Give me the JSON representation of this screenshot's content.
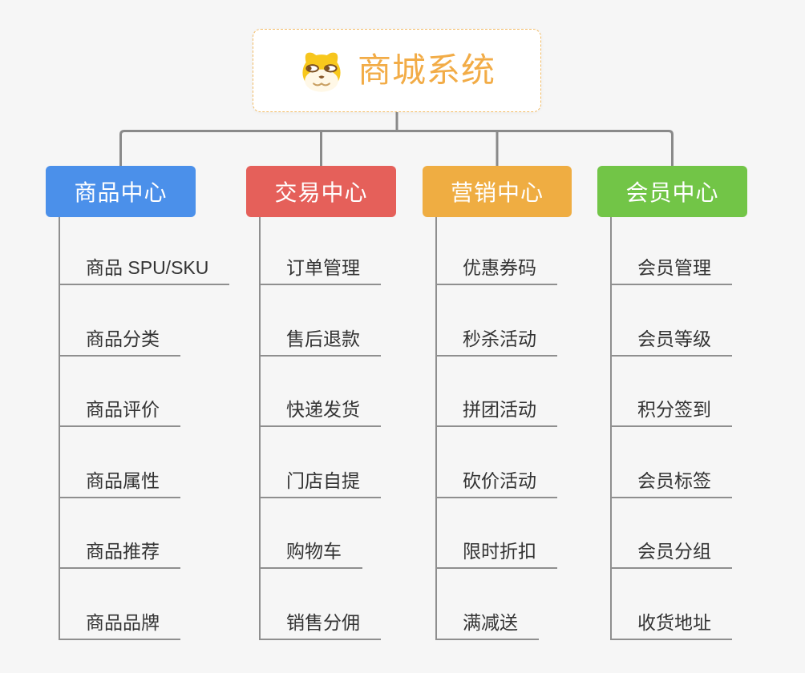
{
  "page": {
    "background_color": "#f6f6f6",
    "connector_color": "#8a8a8a",
    "line_color": "#8f8f8f"
  },
  "root": {
    "title": "商城系统",
    "icon": "doge-face-icon",
    "title_color": "#f2ac47",
    "border_color": "#f3bc66"
  },
  "branches": [
    {
      "label": "商品中心",
      "color": "#4b90ea",
      "items": [
        "商品 SPU/SKU",
        "商品分类",
        "商品评价",
        "商品属性",
        "商品推荐",
        "商品品牌"
      ]
    },
    {
      "label": "交易中心",
      "color": "#e5605a",
      "items": [
        "订单管理",
        "售后退款",
        "快递发货",
        "门店自提",
        "购物车",
        "销售分佣"
      ]
    },
    {
      "label": "营销中心",
      "color": "#efad42",
      "items": [
        "优惠券码",
        "秒杀活动",
        "拼团活动",
        "砍价活动",
        "限时折扣",
        "满减送"
      ]
    },
    {
      "label": "会员中心",
      "color": "#72c547",
      "items": [
        "会员管理",
        "会员等级",
        "积分签到",
        "会员标签",
        "会员分组",
        "收货地址"
      ]
    }
  ]
}
